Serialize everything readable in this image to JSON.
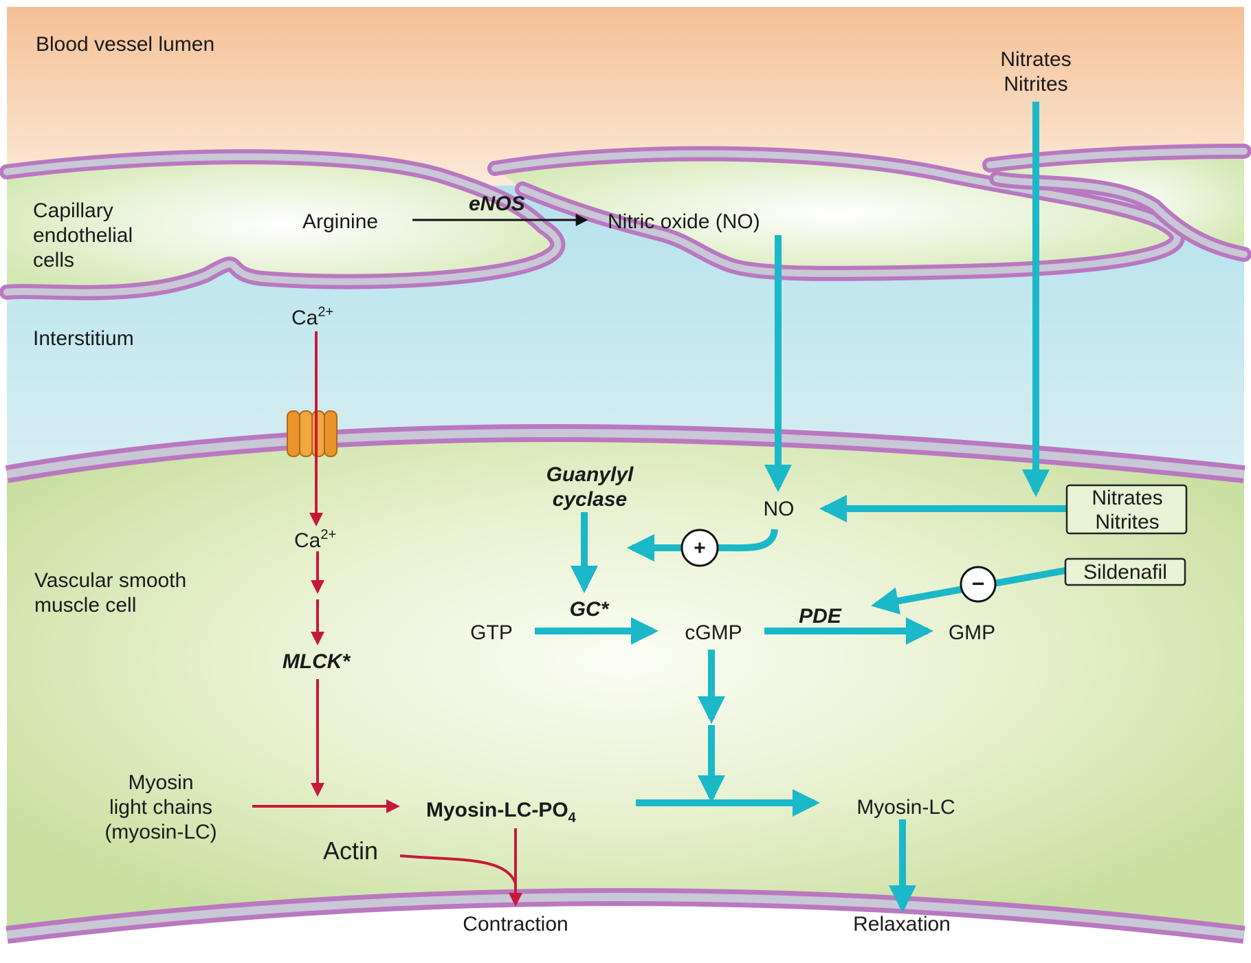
{
  "regions": {
    "lumen": "Blood vessel lumen",
    "endothelial": [
      "Capillary",
      "endothelial",
      "cells"
    ],
    "interstitium": "Interstitium",
    "smooth_muscle": [
      "Vascular smooth",
      "muscle cell"
    ]
  },
  "endothelium": {
    "arginine": "Arginine",
    "enzyme": "eNOS",
    "nitric_oxide": "Nitric oxide (NO)"
  },
  "nitrates_top": [
    "Nitrates",
    "Nitrites"
  ],
  "calcium": {
    "base": "Ca",
    "charge": "2+"
  },
  "muscle": {
    "guanylyl_cyclase": [
      "Guanylyl",
      "cyclase"
    ],
    "no": "NO",
    "nitrates_box": [
      "Nitrates",
      "Nitrites"
    ],
    "plus": "+",
    "minus": "−",
    "sildenafil": "Sildenafil",
    "gc_active": "GC*",
    "pde": "PDE",
    "gtp": "GTP",
    "cgmp": "cGMP",
    "gmp": "GMP",
    "mlck": "MLCK*",
    "myosin_light_chains": [
      "Myosin",
      "light chains",
      "(myosin-LC)"
    ],
    "myosin_lc_po4": "Myosin-LC-PO",
    "po4_sub": "4",
    "myosin_lc": "Myosin-LC",
    "actin": "Actin",
    "contraction": "Contraction",
    "relaxation": "Relaxation"
  },
  "colors": {
    "lumen_top": "#f6c7a0",
    "lumen_bottom": "#fbe8d4",
    "endothelium_fill": "#dfeec4",
    "interstitium": "#bfe6ee",
    "muscle_fill": "#d6e8b0",
    "membrane_outer": "#b978c0",
    "membrane_inner": "#c8c8d4",
    "teal_arrow": "#1ab8c8",
    "red_arrow": "#c8183a",
    "channel": "#e8962a"
  }
}
